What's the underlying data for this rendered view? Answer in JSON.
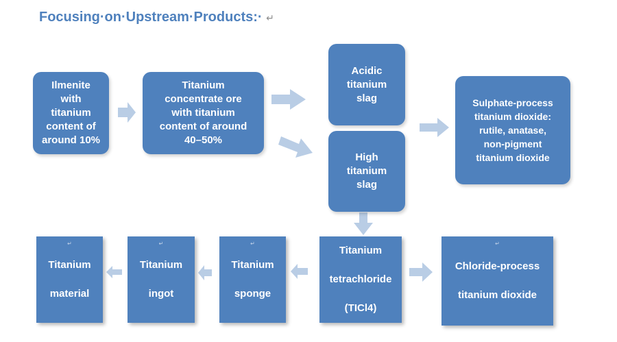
{
  "title": "Focusing·on·Upstream·Products:·",
  "title_mark": "↵",
  "boxes": {
    "ilmenite": [
      "Ilmenite",
      "with",
      "titanium",
      "content of",
      "around 10%"
    ],
    "concentrate": [
      "Titanium",
      "concentrate ore",
      "with titanium",
      "content of around",
      "40–50%"
    ],
    "acidic": [
      "Acidic",
      "titanium",
      "slag"
    ],
    "high": [
      "High",
      "titanium",
      "slag"
    ],
    "sulphate": [
      "Sulphate-process",
      "titanium dioxide:",
      "rutile, anatase,",
      "non-pigment",
      "titanium dioxide"
    ],
    "material": [
      "Titanium",
      "material"
    ],
    "ingot": [
      "Titanium",
      "ingot"
    ],
    "sponge": [
      "Titanium",
      "sponge"
    ],
    "tetrachloride": [
      "Titanium",
      "tetrachloride",
      "(TICl4)"
    ],
    "chloride": [
      "Chloride-process",
      "titanium dioxide"
    ]
  },
  "para_mark": "↵",
  "colors": {
    "box": "#4f81bd",
    "arrow": "#b9cde5",
    "title": "#4f81bd"
  }
}
